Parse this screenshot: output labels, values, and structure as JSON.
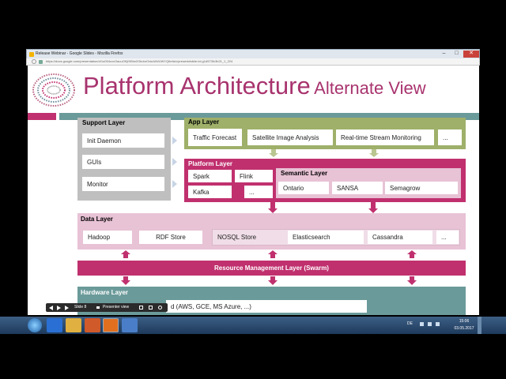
{
  "window": {
    "title": "Release Webinar - Google Slides - Mozilla Firefox",
    "url": "https://docs.google.com/presentation/d/1o054cvcOauuOKjfXBIw2ObdroOxieAiWUWYQ6efa/c/present#slide=id.g1d573fc3b21_1_224",
    "controls": [
      "–",
      "□",
      "✕"
    ]
  },
  "slide": {
    "title_main": "Platform Architecture",
    "title_sub": "Alternate View",
    "support_layer": {
      "title": "Support Layer",
      "items": [
        "Init Daemon",
        "GUIs",
        "Monitor"
      ]
    },
    "app_layer": {
      "title": "App Layer",
      "items": [
        "Traffic Forecast",
        "Satellite Image Analysis",
        "Real-time Stream Monitoring",
        "..."
      ]
    },
    "platform_layer": {
      "title": "Platform Layer",
      "items": [
        "Spark",
        "Flink",
        "Kafka",
        "..."
      ]
    },
    "semantic_layer": {
      "title": "Semantic Layer",
      "items": [
        "Ontario",
        "SANSA",
        "Semagrow"
      ]
    },
    "data_layer": {
      "title": "Data Layer",
      "items": [
        "Hadoop",
        "RDF Store",
        "NOSQL Store",
        "Elasticsearch",
        "Cassandra",
        "..."
      ]
    },
    "resource_layer": {
      "title": "Resource Management Layer (Swarm)"
    },
    "hardware_layer": {
      "title": "Hardware Layer",
      "item": "d (AWS, GCE, MS Azure, ...)"
    }
  },
  "presenter_bar": {
    "slide_label": "Slide 8",
    "presenter_view": "Presenter view"
  },
  "taskbar": {
    "lang": "DE",
    "time": "15:06",
    "date": "03.05.2017"
  },
  "colors": {
    "magenta": "#c0306e",
    "olive": "#9fb06a",
    "pink_bg": "#e8c2d5",
    "teal": "#6b9a9a",
    "gray": "#bfbfbf"
  }
}
